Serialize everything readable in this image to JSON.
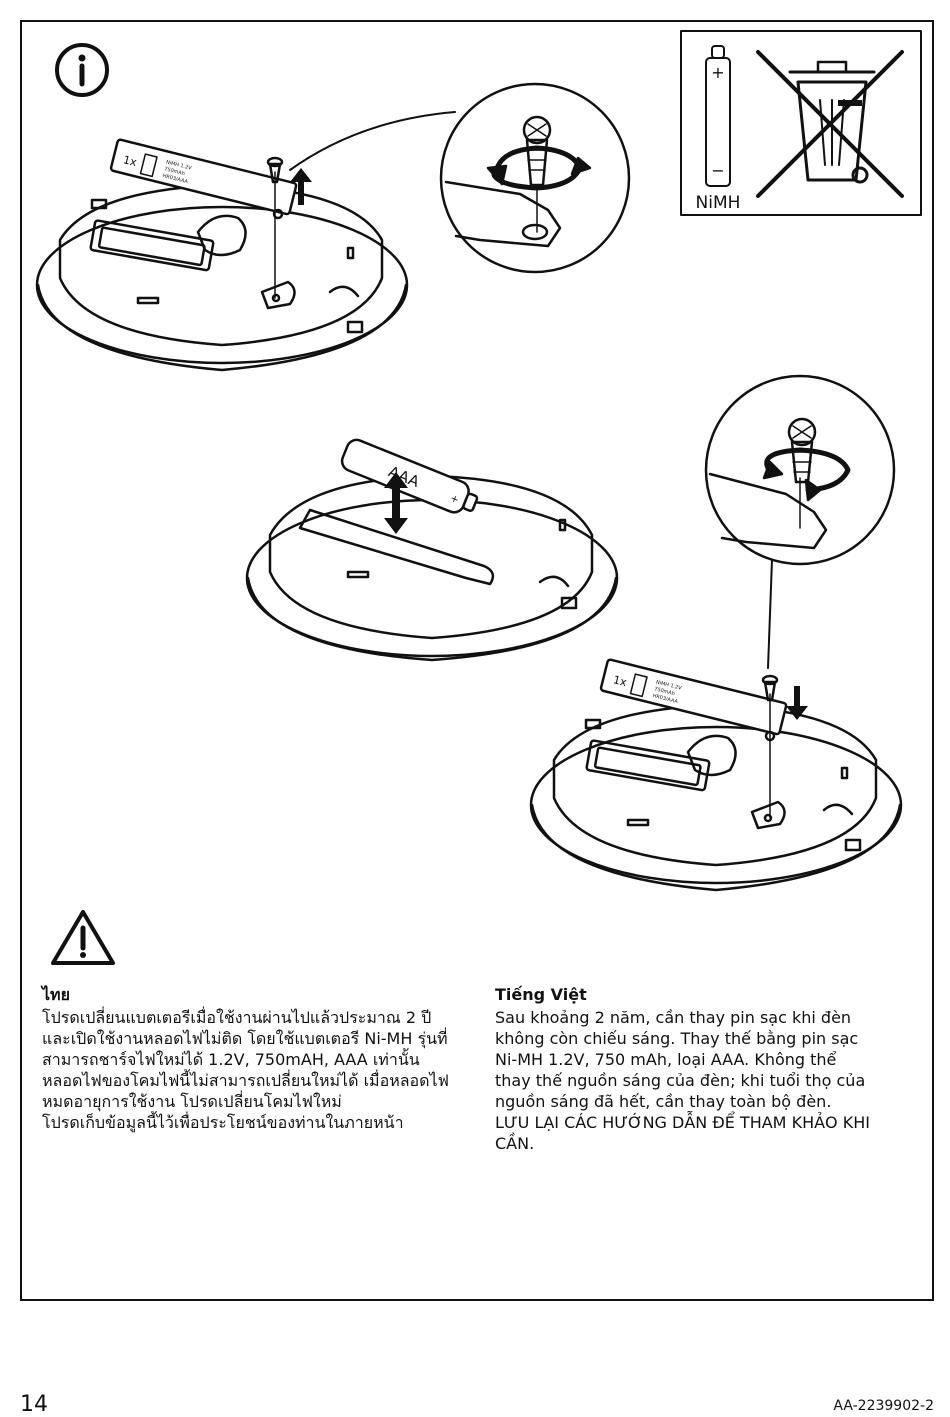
{
  "illustration": {
    "battery_label_lines": [
      "1x",
      "NiMH 1.2V",
      "750mAh",
      "HR03/AAA"
    ],
    "aaa_label": "AAA",
    "plus_sign": "+",
    "minus_sign": "−",
    "recycle_box_label": "NiMH",
    "icons": [
      "info-icon",
      "no-trash-bin-icon",
      "warning-icon"
    ]
  },
  "sections": {
    "thai": {
      "heading": "ไทย",
      "body": "โปรดเปลี่ยนแบตเตอรีเมื่อใช้งานผ่านไปแล้วประมาณ 2 ปี\nและเปิดใช้งานหลอดไฟไม่ติด โดยใช้แบตเตอรี Ni-MH รุ่นที่\nสามารถชาร์จไฟใหม่ได้ 1.2V, 750mAH, AAA เท่านั้น\nหลอดไฟของโคมไฟนี้ไม่สามารถเปลี่ยนใหม่ได้ เมื่อหลอดไฟ\nหมดอายุการใช้งาน โปรดเปลี่ยนโคมไฟใหม่\nโปรดเก็บข้อมูลนี้ไว้เพื่อประโยชน์ของท่านในภายหน้า"
    },
    "vietnamese": {
      "heading": "Tiếng Việt",
      "body": "Sau khoảng 2 năm, cần thay pin sạc khi đèn\nkhông còn chiếu sáng. Thay thế bằng pin sạc\nNi-MH 1.2V, 750 mAh, loại AAA. Không thể\nthay thế nguồn sáng của đèn; khi tuổi thọ của\nnguồn sáng đã hết, cần thay toàn bộ đèn.\nLƯU LẠI CÁC HƯỚNG DẪN ĐỂ THAM KHẢO KHI\nCẦN."
    }
  },
  "footer": {
    "page_number": "14",
    "doc_code": "AA-2239902-2"
  }
}
